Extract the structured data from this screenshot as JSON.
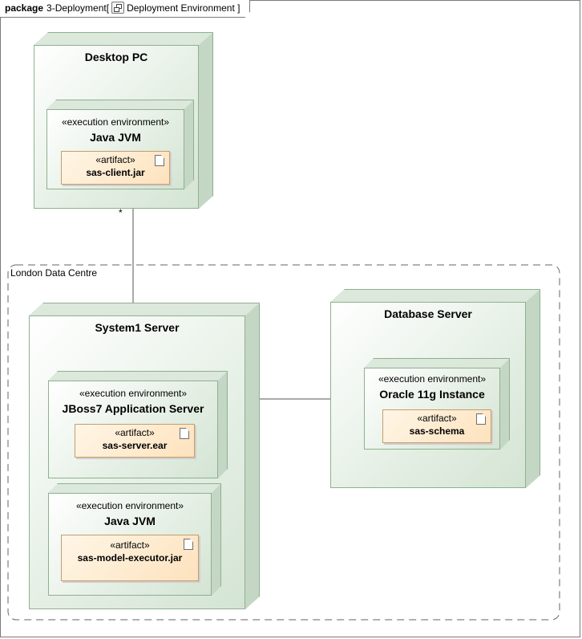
{
  "frame": {
    "keyword": "package",
    "name": "3-Deployment",
    "diagram_icon": "deployment-diagram-icon",
    "diagram_name": "Deployment Environment"
  },
  "boundary": {
    "label": "London Data Centre"
  },
  "multiplicity": "*",
  "nodes": {
    "desktop": {
      "title": "Desktop PC",
      "env": {
        "stereotype": "«execution environment»",
        "title": "Java JVM",
        "artifact": {
          "stereotype": "«artifact»",
          "name": "sas-client.jar"
        }
      }
    },
    "system1": {
      "title": "System1 Server",
      "env1": {
        "stereotype": "«execution environment»",
        "title": "JBoss7 Application Server",
        "artifact": {
          "stereotype": "«artifact»",
          "name": "sas-server.ear"
        }
      },
      "env2": {
        "stereotype": "«execution environment»",
        "title": "Java JVM",
        "artifact": {
          "stereotype": "«artifact»",
          "name": "sas-model-executor.jar"
        }
      }
    },
    "database": {
      "title": "Database Server",
      "env": {
        "stereotype": "«execution environment»",
        "title": "Oracle 11g Instance",
        "artifact": {
          "stereotype": "«artifact»",
          "name": "sas-schema"
        }
      }
    }
  },
  "colors": {
    "node_border": "#8fb08f",
    "node_fill": "#e6f0e6",
    "artifact_fill": "#fde2bd",
    "artifact_border": "#c89c6a"
  }
}
